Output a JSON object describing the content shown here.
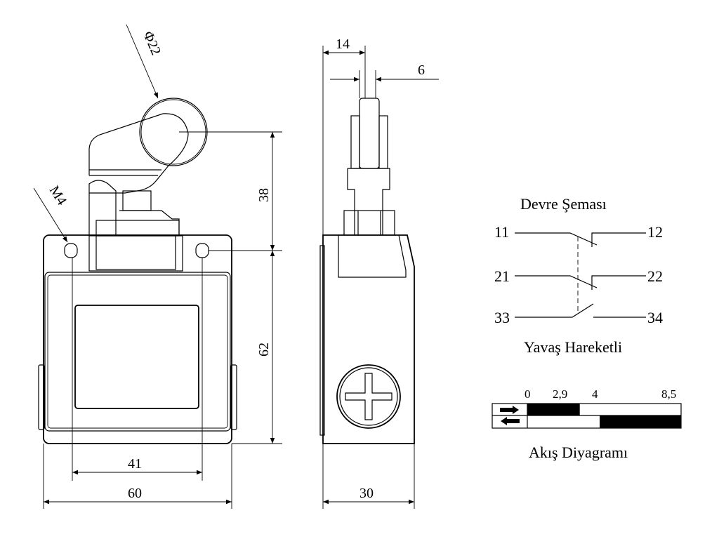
{
  "front_view": {
    "dim_roller_diameter": "Φ22",
    "dim_thread": "M4",
    "dim_height_top": "38",
    "dim_height_body": "62",
    "dim_hole_spacing": "41",
    "dim_width": "60"
  },
  "side_view": {
    "dim_top_offset": "14",
    "dim_roller_width": "6",
    "dim_depth": "30"
  },
  "circuit": {
    "title": "Devre Şeması",
    "terminals": [
      "11",
      "12",
      "21",
      "22",
      "33",
      "34"
    ],
    "subtitle": "Yavaş Hareketli"
  },
  "flow_diagram": {
    "title": "Akış Diyagramı",
    "ticks": [
      "0",
      "2,9",
      "4",
      "8,5"
    ],
    "scale_max": 8.5,
    "forward_contact": [
      0,
      2.9
    ],
    "return_contact": [
      4,
      8.5
    ]
  }
}
